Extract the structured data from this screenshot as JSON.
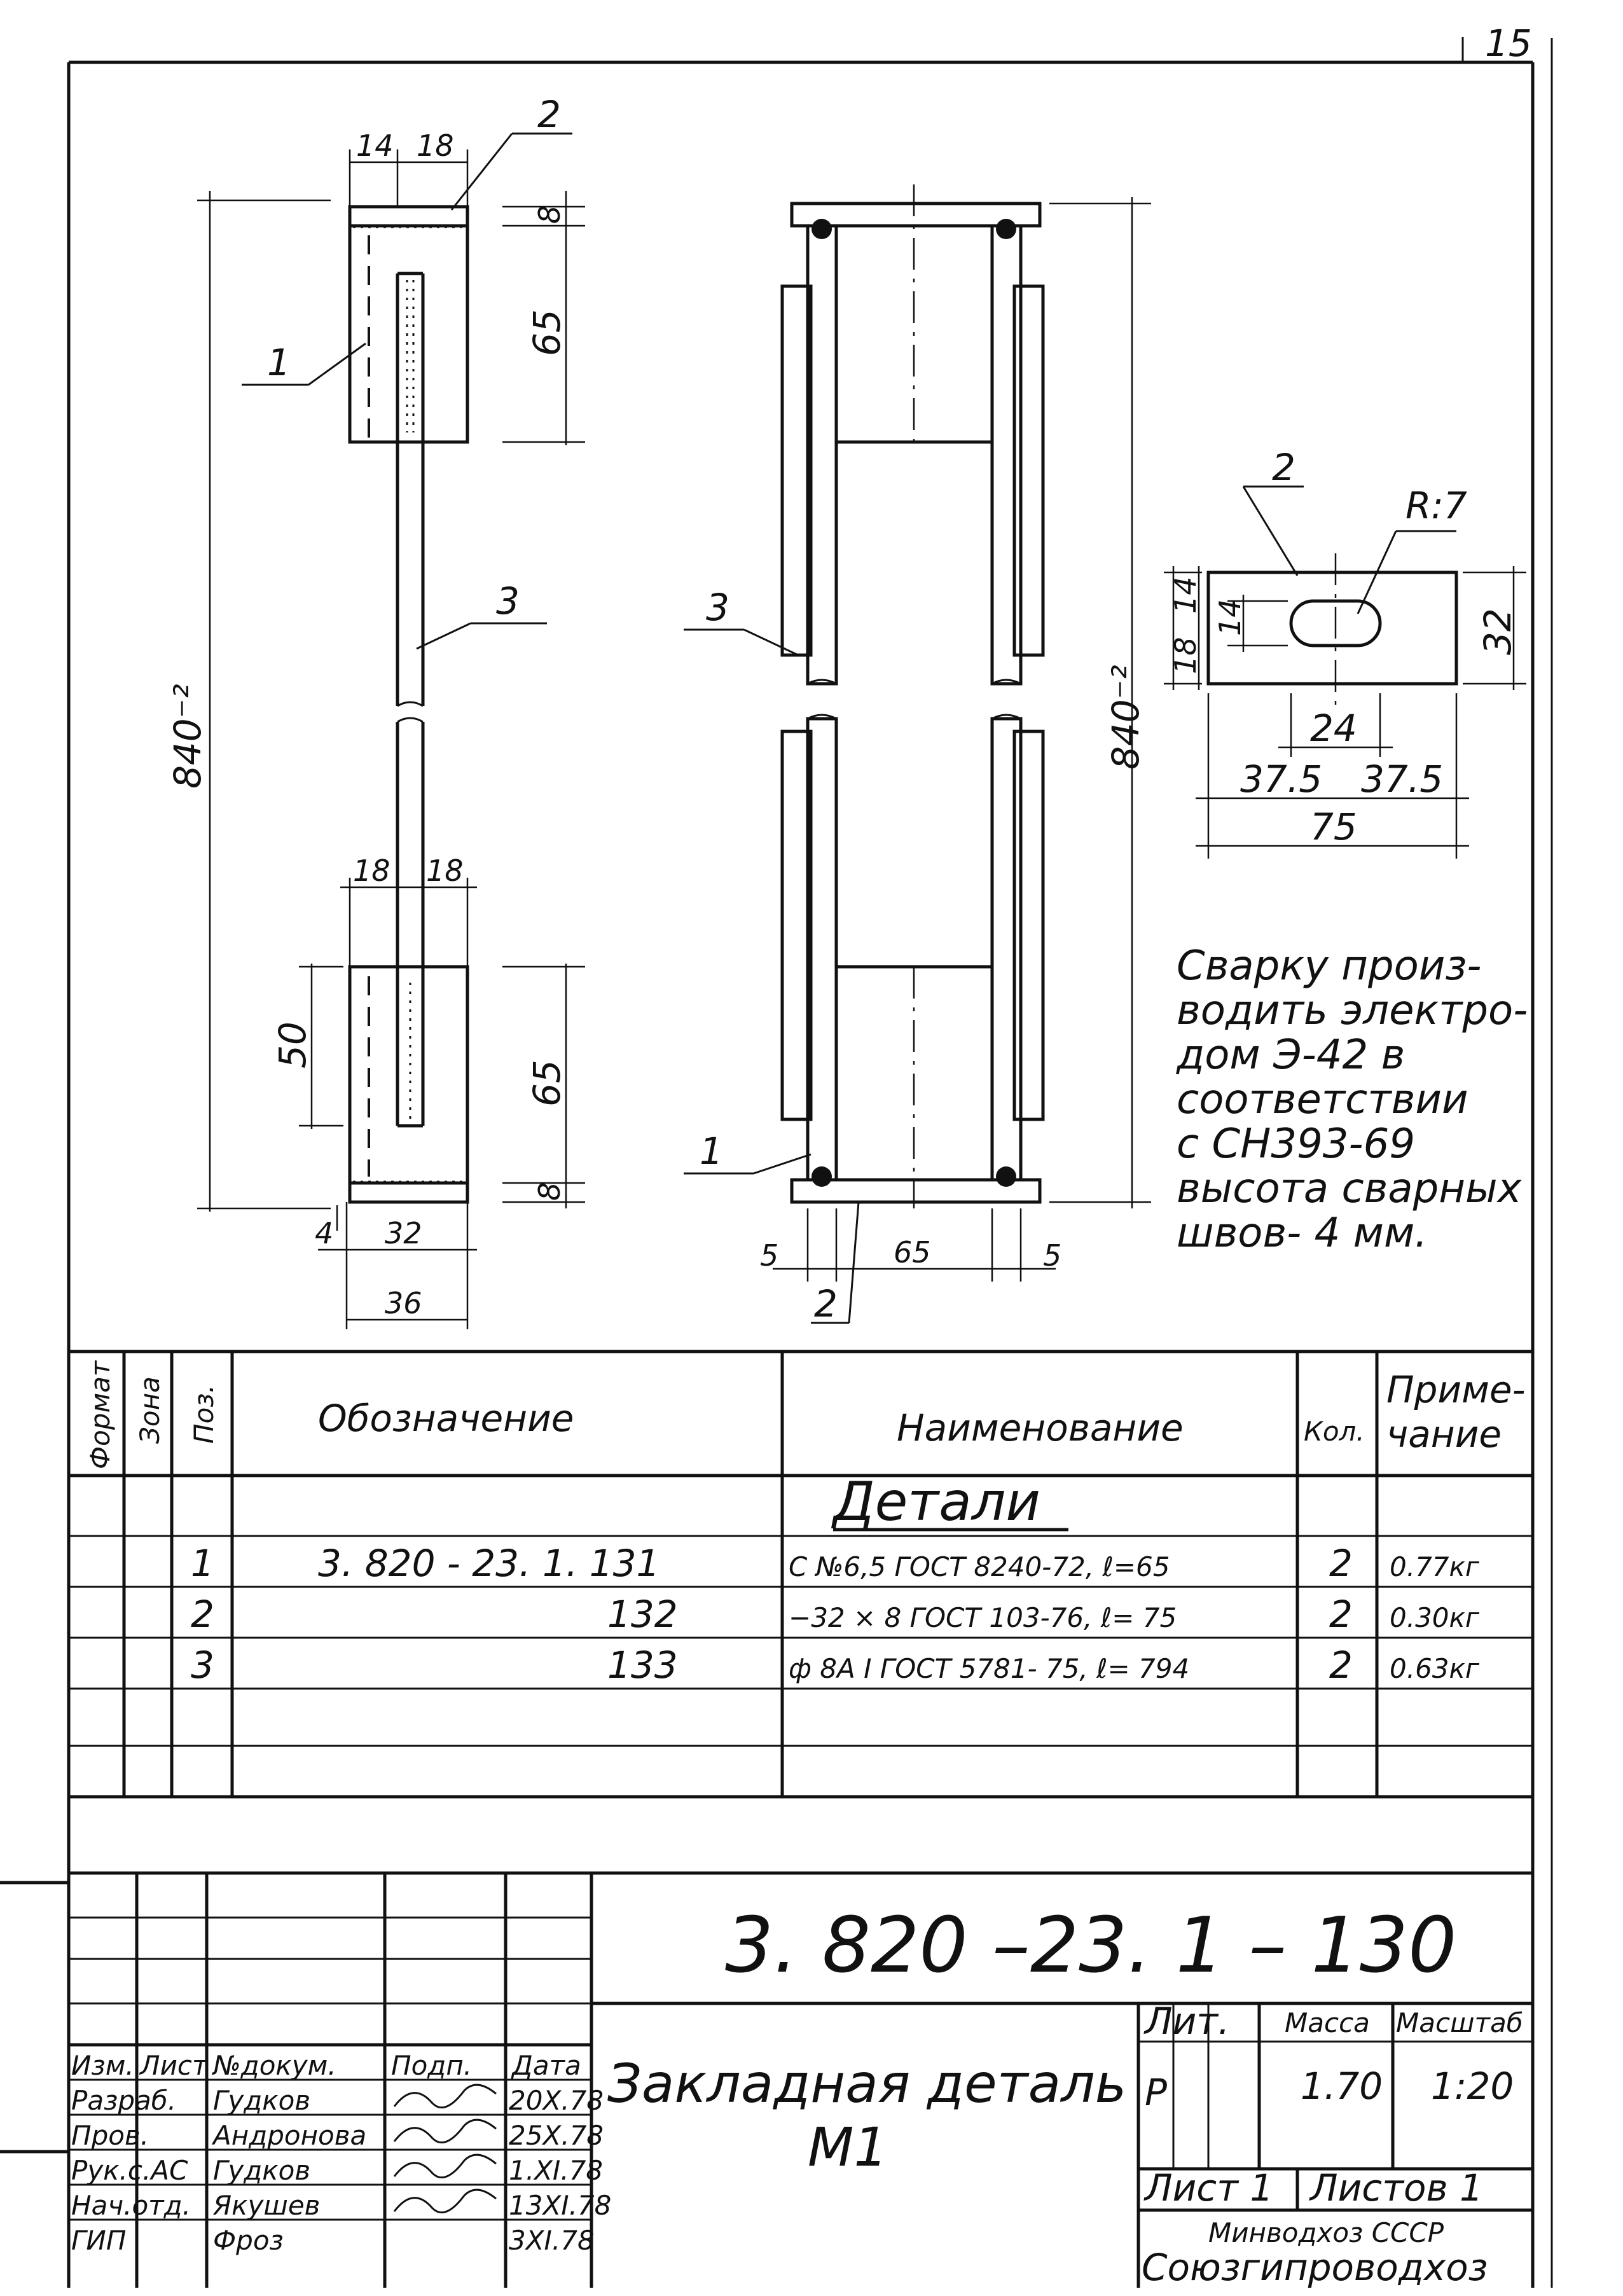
{
  "sheet": {
    "number": "15"
  },
  "drawing": {
    "side_view": {
      "dims": {
        "plate_w_left": "14",
        "plate_w_right": "18",
        "bar_half_left": "18",
        "bar_half_right": "18",
        "offset": "4",
        "channel": "32",
        "total": "36",
        "top_thk": "8",
        "top_h": "65",
        "bot_h": "65",
        "bot_thk": "8",
        "overlap": "50",
        "length": "840⁻²"
      },
      "leaders": {
        "pos1": "1",
        "pos2": "2",
        "pos3": "3"
      }
    },
    "front_view": {
      "dims": {
        "length": "840⁻²",
        "gap_left": "5",
        "span": "65",
        "gap_right": "5"
      },
      "leaders": {
        "pos1": "1",
        "pos2": "2",
        "pos3": "3"
      }
    },
    "plate_detail": {
      "dims": {
        "radius": "R:7",
        "h_upper": "14",
        "h_lower": "18",
        "slot_h": "14",
        "height": "32",
        "slot_w": "24",
        "half_left": "37.5",
        "half_right": "37.5",
        "width": "75"
      },
      "leaders": {
        "pos2": "2"
      }
    },
    "note": {
      "lines": [
        "Сварку произ-",
        "водить электро-",
        "дом Э-42 в",
        "соответствии",
        "с СН393-69",
        "высота сварных",
        "швов- 4 мм."
      ]
    }
  },
  "spec_table": {
    "headers": {
      "format": "Формат",
      "zone": "Зона",
      "pos": "Поз.",
      "designation": "Обозначение",
      "name": "Наименование",
      "qty": "Кол.",
      "note_1": "Приме-",
      "note_2": "чание"
    },
    "section": "Детали",
    "rows": [
      {
        "pos": "1",
        "designation": "3. 820 - 23. 1. 131",
        "name": "С №6,5 ГОСТ 8240-72, ℓ=65",
        "qty": "2",
        "note": "0.77кг"
      },
      {
        "pos": "2",
        "designation": "132",
        "name": "−32 × 8 ГОСТ 103-76, ℓ= 75",
        "qty": "2",
        "note": "0.30кг"
      },
      {
        "pos": "3",
        "designation": "133",
        "name": "ф 8А І ГОСТ 5781- 75, ℓ= 794",
        "qty": "2",
        "note": "0.63кг"
      }
    ]
  },
  "title_block": {
    "doc_number": "3. 820 –23. 1 – 130",
    "title_line1": "Закладная деталь",
    "title_line2": "М1",
    "headers": {
      "izm": "Изм.",
      "list": "Лист",
      "doc": "№докум.",
      "sign": "Подп.",
      "date": "Дата"
    },
    "people": [
      {
        "role": "Разраб.",
        "name": "Гудков",
        "date": "20Х.78"
      },
      {
        "role": "Пров.",
        "name": "Андронова",
        "date": "25Х.78"
      },
      {
        "role": "Рук.с.АС",
        "name": "Гудков",
        "date": "1.ХI.78"
      },
      {
        "role": "Нач.отд.",
        "name": "Якушев",
        "date": "13ХI.78"
      },
      {
        "role": "ГИП",
        "name": "Фроз",
        "date": "3ХI.78"
      }
    ],
    "lit_label": "Лит.",
    "lit_value": "Р",
    "mass_label": "Масса",
    "mass_value": "1.70",
    "scale_label": "Масштаб",
    "scale_value": "1:20",
    "sheet_label": "Лист 1",
    "sheets_label": "Листов 1",
    "org_line1": "Минводхоз СССР",
    "org_line2": "Союзгипроводхоз"
  }
}
